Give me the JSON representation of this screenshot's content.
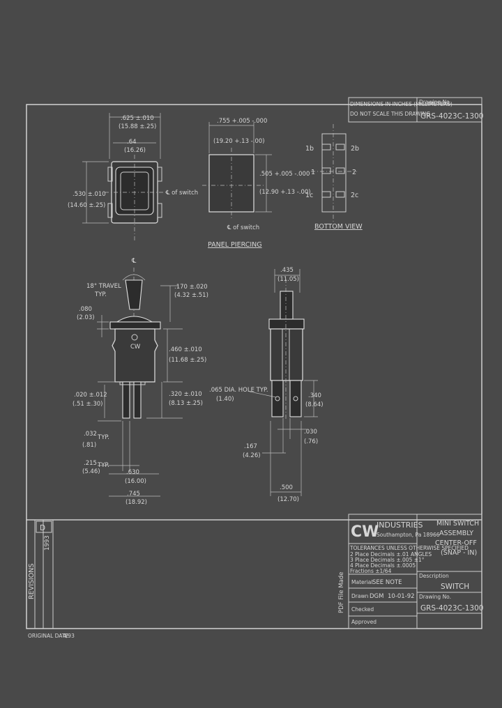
{
  "notes": {
    "line1": "DIMENSIONS IN INCHES (MILLIMETERS)",
    "line2": "DO NOT SCALE THIS DRAWING"
  },
  "title_block": {
    "drawing_no_label": "Drawing No.",
    "drawing_no_top": "GRS-4023C-1300",
    "company": "INDUSTRIES",
    "company_address": "Southampton, Pa 18966",
    "logo": "CW",
    "title_lines": [
      "MINI SWITCH",
      "ASSEMBLY",
      "CENTER-OFF",
      "(SNAP - IN)"
    ],
    "tolerance_header": "TOLERANCES UNLESS OTHERWISE SPECIFIED",
    "tolerance_lines": [
      "2 Place Decimals ±.01  ANGLES",
      "3 Place Decimals ±.005  ±1°",
      "4 Place Decimals ±.0005",
      "Fractions ±1/64"
    ],
    "description_label": "Description",
    "description": "SWITCH",
    "drawing_no_label2": "Drawing No.",
    "drawing_no_bottom": "GRS-4023C-1300",
    "material_label": "Material",
    "material": "SEE NOTE",
    "drawn_label": "Drawn",
    "drawn": "DGM",
    "drawn_date": "10-01-92",
    "checked_label": "Checked",
    "approved_label": "Approved",
    "side_text": "PDF File Made"
  },
  "revisions": {
    "label": "REVISIONS",
    "letter": "D",
    "date": "1993",
    "footer_left": "ORIGINAL DATE",
    "footer_right": "4/93"
  },
  "front_view": {
    "dim_width": ".625 ±.010",
    "dim_width_mm": "(15.88 ±.25)",
    "dim_inner": ".64",
    "dim_inner_mm": "(16.26)",
    "dim_height": ".530 ±.010",
    "dim_height_mm": "(14.60 ±.25)",
    "centerline": "℄ of switch"
  },
  "panel_piercing": {
    "label": "PANEL PIERCING",
    "dim_width": ".755 +.005 -.000",
    "dim_width_mm": "(19.20 +.13 -.00)",
    "dim_height": ".505 +.005 -.000",
    "dim_height_mm": "(12.90 +.13 -.00)",
    "centerline": "℄ of switch"
  },
  "bottom_view": {
    "label": "BOTTOM VIEW",
    "terminals": [
      "1b",
      "2b",
      "1",
      "2",
      "1c",
      "2c"
    ]
  },
  "side_view": {
    "centerline": "℄",
    "travel": "18° TRAVEL",
    "travel_typ": "TYP.",
    "dim_flange": ".080",
    "dim_flange_mm": "(2.03)",
    "dim_top": ".170 ±.020",
    "dim_top_mm": "(4.32 ±.51)",
    "dim_body": ".460 ±.010",
    "dim_body_mm": "(11.68 ±.25)",
    "dim_term_left": ".020 ±.012",
    "dim_term_left_mm": "(.51 ±.30)",
    "dim_term_right": ".320 ±.010",
    "dim_term_right_mm": "(8.13 ±.25)",
    "dim_thk": ".032",
    "dim_thk_mm": "(.81)",
    "typ": "TYP.",
    "dim_pitch": ".215",
    "dim_pitch_mm": "(5.46)",
    "typ2": "TYP.",
    "dim_630": ".630",
    "dim_630_mm": "(16.00)",
    "dim_745": ".745",
    "dim_745_mm": "(18.92)"
  },
  "end_view": {
    "dim_top": ".435",
    "dim_top_mm": "(11.05)",
    "hole": ".065 DIA. HOLE TYP.",
    "hole_mm": "(1.40)",
    "dim_340": ".340",
    "dim_340_mm": "(8.64)",
    "dim_030": ".030",
    "dim_030_mm": "(.76)",
    "dim_167": ".167",
    "dim_167_mm": "(4.26)",
    "dim_500": ".500",
    "dim_500_mm": "(12.70)"
  }
}
